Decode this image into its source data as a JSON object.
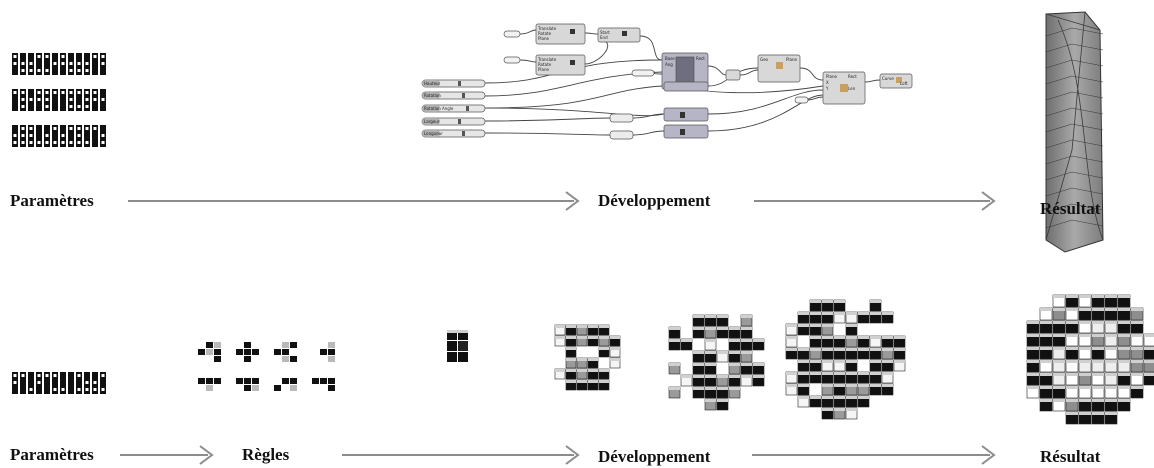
{
  "top_row": {
    "labels": {
      "parametres": "Paramètres",
      "developpement": "Développement",
      "resultat": "Résultat"
    },
    "graph_sliders": [
      "Hauteur",
      "Rotation",
      "Rotation Angle",
      "Largeur",
      "Longueur"
    ]
  },
  "bottom_row": {
    "labels": {
      "parametres": "Paramètres",
      "regles": "Règles",
      "developpement": "Développement",
      "resultat": "Résultat"
    }
  },
  "colors": {
    "arrow": "#8c8c8c",
    "text": "#111111",
    "node_fill": "#b8b8c8",
    "node_dark": "#6e6e80",
    "tower": "#8a8a8a",
    "voxel_dark": "#111111"
  },
  "icons": [
    "barcode-parameter-icon",
    "node-graph-icon",
    "twisted-tower-icon",
    "rule-pattern-icon",
    "voxel-growth-icon",
    "voxel-sphere-icon"
  ]
}
